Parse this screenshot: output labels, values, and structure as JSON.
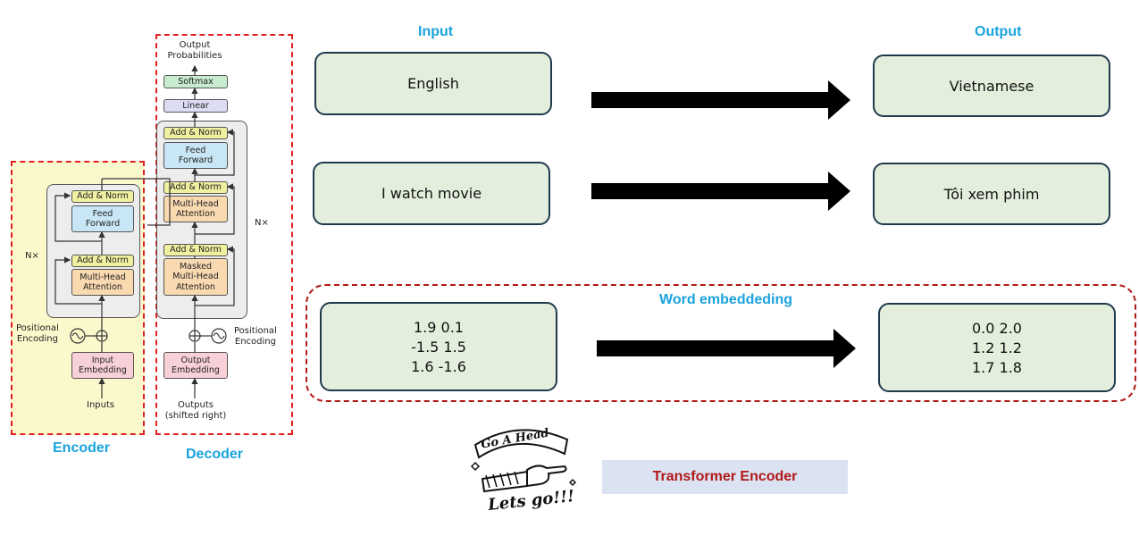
{
  "labels": {
    "input": "Input",
    "output": "Output",
    "encoder": "Encoder",
    "decoder": "Decoder",
    "word_embedding": "Word embeddeding",
    "transformer_encoder": "Transformer Encoder"
  },
  "rows": [
    {
      "input": "English",
      "output": "Vietnamese"
    },
    {
      "input": "I watch movie",
      "output": "Tôi xem phim"
    }
  ],
  "embedding": {
    "input_lines": [
      "1.9 0.1",
      "-1.5 1.5",
      "1.6 -1.6"
    ],
    "output_lines": [
      "0.0 2.0",
      "1.2 1.2",
      "1.7 1.8"
    ]
  },
  "transformer": {
    "nx": "N×",
    "encoder": {
      "add_norm": "Add & Norm",
      "feed_forward": [
        "Feed",
        "Forward"
      ],
      "mha": [
        "Multi-Head",
        "Attention"
      ],
      "positional": [
        "Positional",
        "Encoding"
      ],
      "input_embedding": [
        "Input",
        "Embedding"
      ],
      "inputs": "Inputs"
    },
    "decoder": {
      "output_probabilities": [
        "Output",
        "Probabilities"
      ],
      "softmax": "Softmax",
      "linear": "Linear",
      "add_norm": "Add & Norm",
      "feed_forward": [
        "Feed",
        "Forward"
      ],
      "mha": [
        "Multi-Head",
        "Attention"
      ],
      "masked_mha": [
        "Masked",
        "Multi-Head",
        "Attention"
      ],
      "positional": [
        "Positional",
        "Encoding"
      ],
      "output_embedding": [
        "Output",
        "Embedding"
      ],
      "outputs": [
        "Outputs",
        "(shifted right)"
      ]
    }
  },
  "sticker": {
    "top": "Go A Head",
    "bottom": "Lets go!!!"
  },
  "colors": {
    "title_blue": "#1aa3dd",
    "box_fill": "#e3efdc",
    "box_border": "#1f3a4d",
    "dash_red": "#e02020",
    "dark_red": "#b01818",
    "tag_fill": "#dbe3f3"
  }
}
